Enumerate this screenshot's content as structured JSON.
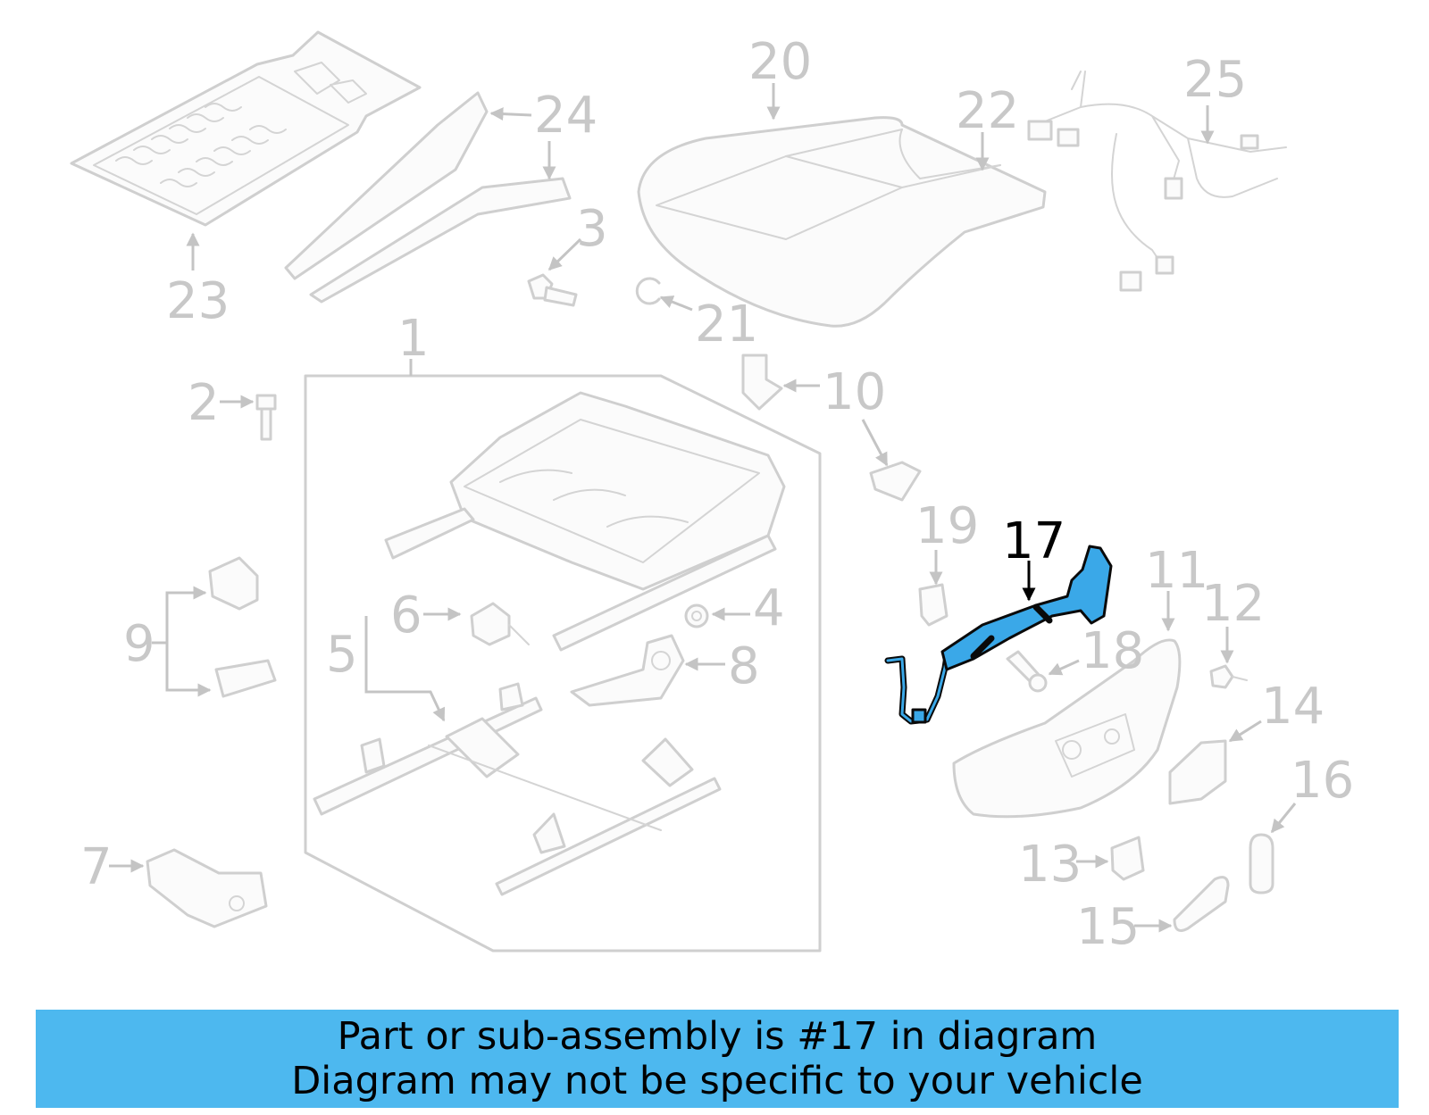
{
  "diagram": {
    "callouts": {
      "c1": "1",
      "c2": "2",
      "c3": "3",
      "c4": "4",
      "c5": "5",
      "c6": "6",
      "c7": "7",
      "c8": "8",
      "c9": "9",
      "c10": "10",
      "c11": "11",
      "c12": "12",
      "c13": "13",
      "c14": "14",
      "c15": "15",
      "c16": "16",
      "c17": "17",
      "c18": "18",
      "c19": "19",
      "c20": "20",
      "c21": "21",
      "c22": "22",
      "c23": "23",
      "c24": "24",
      "c25": "25"
    },
    "highlighted_part": "17",
    "highlight_color": "#3aa8e8",
    "part_line_color": "#cfcfcf"
  },
  "banner": {
    "line1": "Part or sub-assembly is #17 in diagram",
    "line2": "Diagram may not be specific to your vehicle",
    "background": "#4db8ef"
  }
}
